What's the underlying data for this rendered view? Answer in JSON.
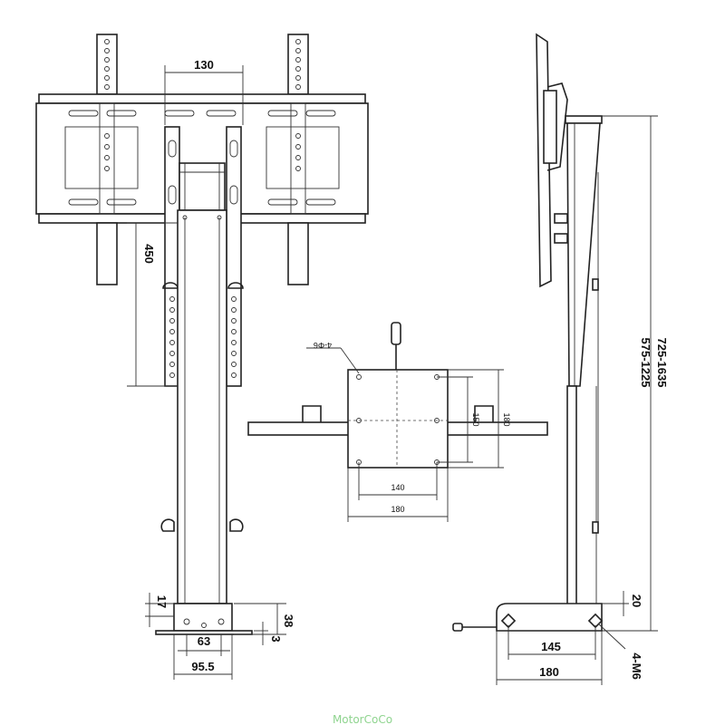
{
  "dimensions": {
    "bracket_spacing": "130",
    "lift_travel": "450",
    "base_height_17": "17",
    "base_height_38": "38",
    "base_offset_3": "3",
    "base_hole_63": "63",
    "base_width_95_5": "95.5",
    "plate_holes": "4-Φ6",
    "plate_hole_x": "140",
    "plate_width": "180",
    "plate_hole_y": "150",
    "plate_height": "180",
    "height_range_total": "725-1635",
    "height_range_lift": "575-1225",
    "side_base_20": "20",
    "side_base_145": "145",
    "side_base_180": "180",
    "side_bolts": "4-M6"
  },
  "watermark": "MotorCoCo"
}
